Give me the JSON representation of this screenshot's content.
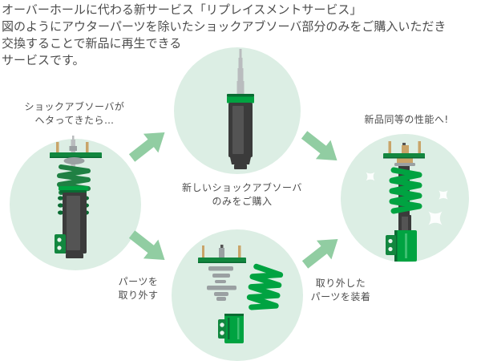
{
  "intro": {
    "line1": "オーバーホールに代わる新サービス「リプレイスメントサービス」",
    "line2": "図のようにアウターパーツを除いたショックアブソーバ部分のみをご購入いただき",
    "line3": "交換することで新品に再生できる",
    "line4": "サービスです。"
  },
  "steps": {
    "worn": "ショックアブソーバが\nヘタってきたら…",
    "buy_new": "新しいショックアブソーバ\nのみをご購入",
    "result": "新品同等の性能へ!",
    "remove_parts": "パーツを\n取り外す",
    "attach_parts": "取り外した\nパーツを装着"
  },
  "colors": {
    "background": "#ffffff",
    "circle_bg": "#dceee4",
    "arrow": "#91cda2",
    "text": "#4d4d4d",
    "green": "#12873f",
    "green_bright": "#00a341",
    "green_dark": "#0a6b33",
    "green_light": "#3cbf70",
    "spring_dark": "#1f8043",
    "body_dark": "#3b3b3b",
    "body_panel": "#545454",
    "silver": "#b9bcbe",
    "tan": "#c9a469",
    "gray_part": "#9aa0a2",
    "hole": "#e6f2ea"
  }
}
